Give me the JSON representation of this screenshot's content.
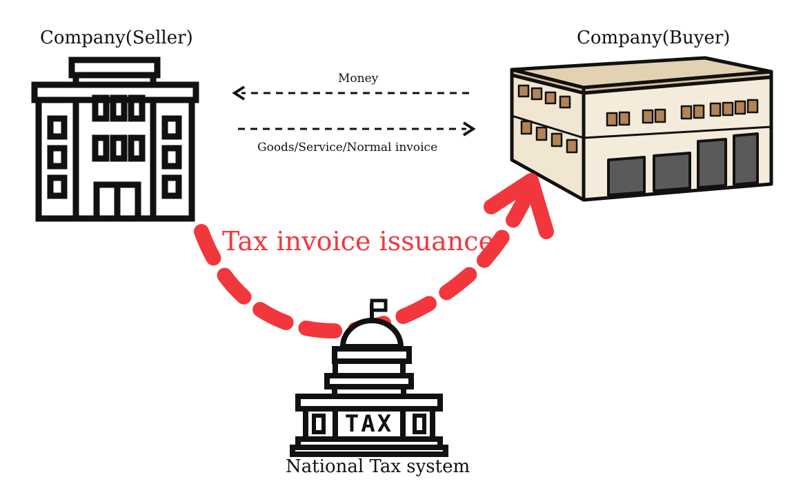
{
  "seller": {
    "label": "Company(Seller)",
    "icon": "office-building-icon"
  },
  "buyer": {
    "label": "Company(Buyer)",
    "icon": "warehouse-building-icon"
  },
  "flows": {
    "money_label": "Money",
    "goods_label": "Goods/Service/Normal invoice"
  },
  "issuance": {
    "label": "Tax invoice issuance",
    "color": "#f2373c"
  },
  "tax_system": {
    "label": "National Tax system",
    "icon": "tax-office-building-icon",
    "sign_text": "TAX"
  },
  "colors": {
    "line": "#111111",
    "accent": "#f2373c",
    "building_body": "#f0e6d2",
    "building_roof": "#e3d2b2",
    "window": "#b38358",
    "door": "#5a5a5a"
  }
}
